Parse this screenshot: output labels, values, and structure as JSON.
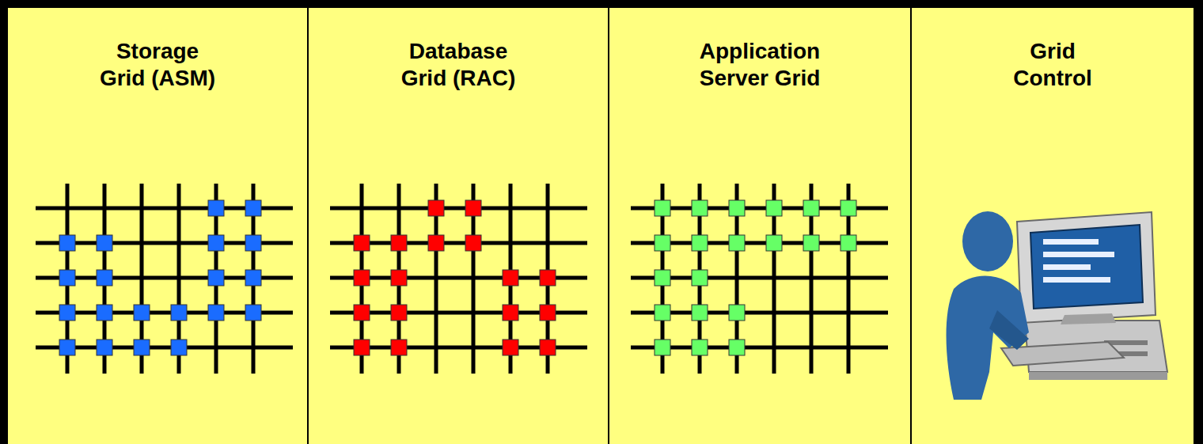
{
  "diagram": {
    "nodes": [
      {
        "text": [
          "Storage Grid (ASM)"
        ]
      },
      {
        "text": [
          "Database Grid (RAC)"
        ]
      },
      {
        "text": [
          "Application Server Grid"
        ]
      },
      {
        "text": [
          "Grid Control"
        ]
      }
    ]
  }
}
